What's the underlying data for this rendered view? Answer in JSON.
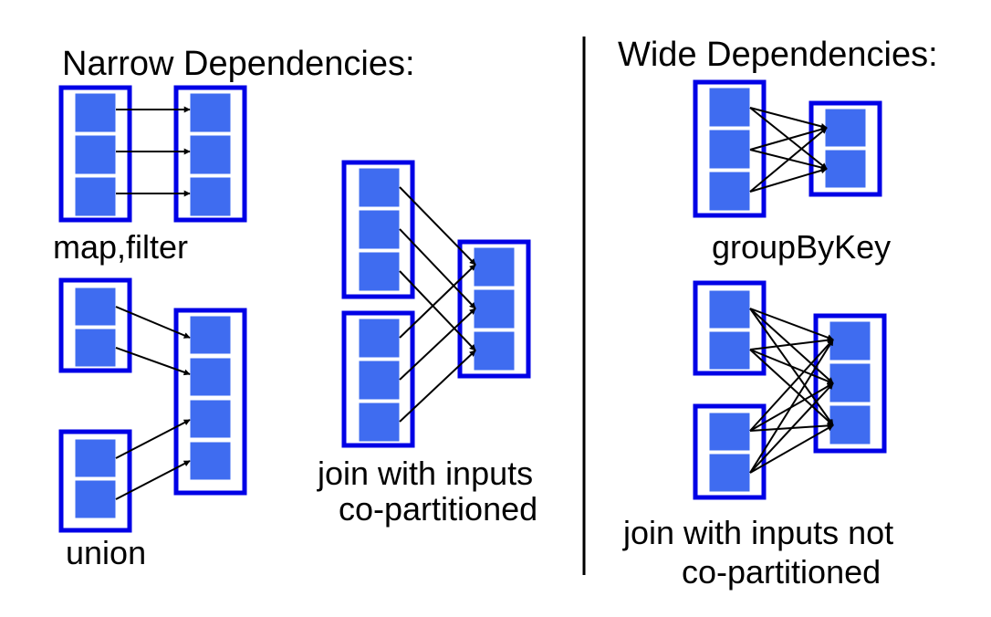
{
  "narrow": {
    "heading": "Narrow Dependencies:",
    "map_filter_caption": "map,filter",
    "union_caption": "union",
    "join_caption_line1": "join with inputs",
    "join_caption_line2": "co-partitioned"
  },
  "wide": {
    "heading": "Wide Dependencies:",
    "groupbykey_caption": "groupByKey",
    "join_caption_line1": "join with inputs not",
    "join_caption_line2": "co-partitioned"
  },
  "colors": {
    "rdd_border": "#0000e6",
    "partition_fill": "#3f6cf0",
    "arrow": "#000000"
  }
}
